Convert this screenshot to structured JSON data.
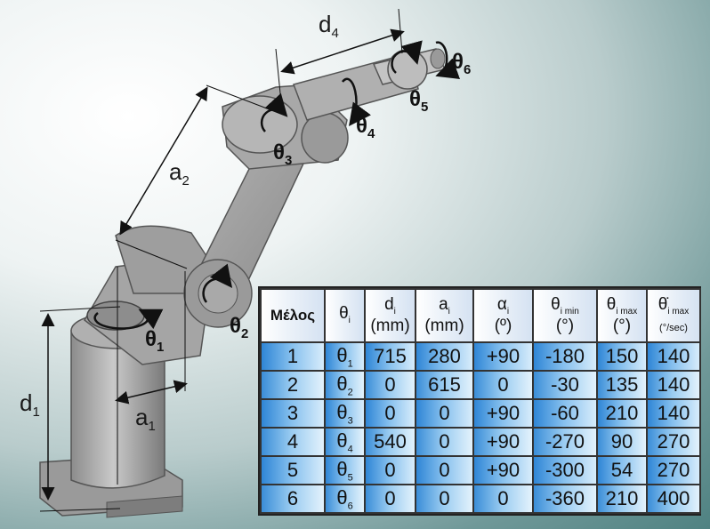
{
  "labels": {
    "d4": {
      "base": "d",
      "sub": "4"
    },
    "a2": {
      "base": "a",
      "sub": "2"
    },
    "d1": {
      "base": "d",
      "sub": "1"
    },
    "a1": {
      "base": "a",
      "sub": "1"
    }
  },
  "joints": [
    {
      "base": "θ",
      "sub": "1"
    },
    {
      "base": "θ",
      "sub": "2"
    },
    {
      "base": "θ",
      "sub": "3"
    },
    {
      "base": "θ",
      "sub": "4"
    },
    {
      "base": "θ",
      "sub": "5"
    },
    {
      "base": "θ",
      "sub": "6"
    }
  ],
  "table": {
    "headers": [
      {
        "main": "Μέλος",
        "sub": "",
        "unit": ""
      },
      {
        "main": "θ",
        "sub": "i",
        "unit": ""
      },
      {
        "main": "d",
        "sub": "i",
        "unit": "(mm)"
      },
      {
        "main": "a",
        "sub": "i",
        "unit": "(mm)"
      },
      {
        "main": "α",
        "sub": "i",
        "unit": "(º)"
      },
      {
        "main": "θ",
        "sub": "i min",
        "unit": "(°)"
      },
      {
        "main": "θ",
        "sub": "i max",
        "unit": "(°)"
      },
      {
        "main": "θ̇",
        "sub": "i max",
        "unit": "(°/sec)"
      }
    ],
    "rows": [
      {
        "link": "1",
        "theta_sub": "1",
        "d": "715",
        "a": "280",
        "alpha": "+90",
        "tmin": "-180",
        "tmax": "150",
        "vmax": "140"
      },
      {
        "link": "2",
        "theta_sub": "2",
        "d": "0",
        "a": "615",
        "alpha": "0",
        "tmin": "-30",
        "tmax": "135",
        "vmax": "140"
      },
      {
        "link": "3",
        "theta_sub": "3",
        "d": "0",
        "a": "0",
        "alpha": "+90",
        "tmin": "-60",
        "tmax": "210",
        "vmax": "140"
      },
      {
        "link": "4",
        "theta_sub": "4",
        "d": "540",
        "a": "0",
        "alpha": "+90",
        "tmin": "-270",
        "tmax": "90",
        "vmax": "270"
      },
      {
        "link": "5",
        "theta_sub": "5",
        "d": "0",
        "a": "0",
        "alpha": "+90",
        "tmin": "-300",
        "tmax": "54",
        "vmax": "270"
      },
      {
        "link": "6",
        "theta_sub": "6",
        "d": "0",
        "a": "0",
        "alpha": "0",
        "tmin": "-360",
        "tmax": "210",
        "vmax": "400"
      }
    ]
  }
}
